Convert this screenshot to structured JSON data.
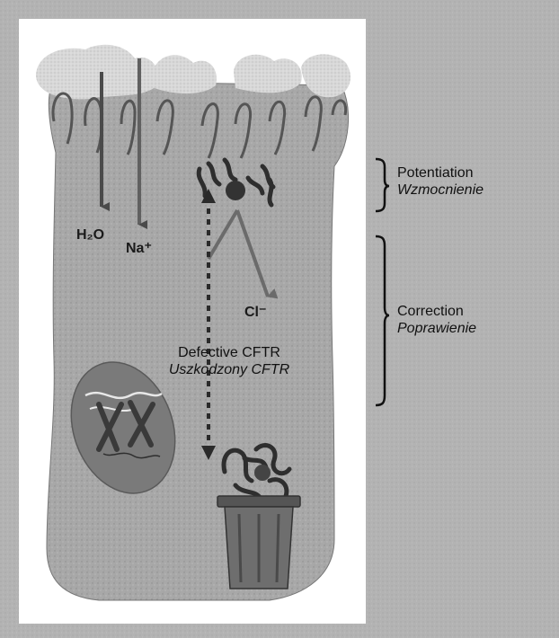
{
  "colors": {
    "background": "#b3b3b3",
    "panel": "#ffffff",
    "cell": "#a8a8a8",
    "protein": "#2e2e2e",
    "bin": "#6e6e6e",
    "arrow_water": "#555555",
    "arrow_chloride": "#6b6b6b"
  },
  "icons": {
    "water_arrow": "down-arrow-icon",
    "sodium_arrow": "down-arrow-icon",
    "trafficking_arrow": "dotted-vertical-arrow-icon",
    "chloride_arrow": "diagonal-arrow-icon",
    "degradation_bin": "trash-bin-icon",
    "nucleus": "nucleus-icon",
    "protein": "cftr-protein-icon"
  },
  "molecules": {
    "water": "H₂O",
    "sodium": "Na⁺",
    "chloride": "Cl⁻"
  },
  "cftr_label": {
    "english": "Defective CFTR",
    "polish": "Uszkodzony CFTR"
  },
  "brackets": {
    "potentiation": {
      "english": "Potentiation",
      "polish": "Wzmocnienie"
    },
    "correction": {
      "english": "Correction",
      "polish": "Poprawienie"
    }
  }
}
